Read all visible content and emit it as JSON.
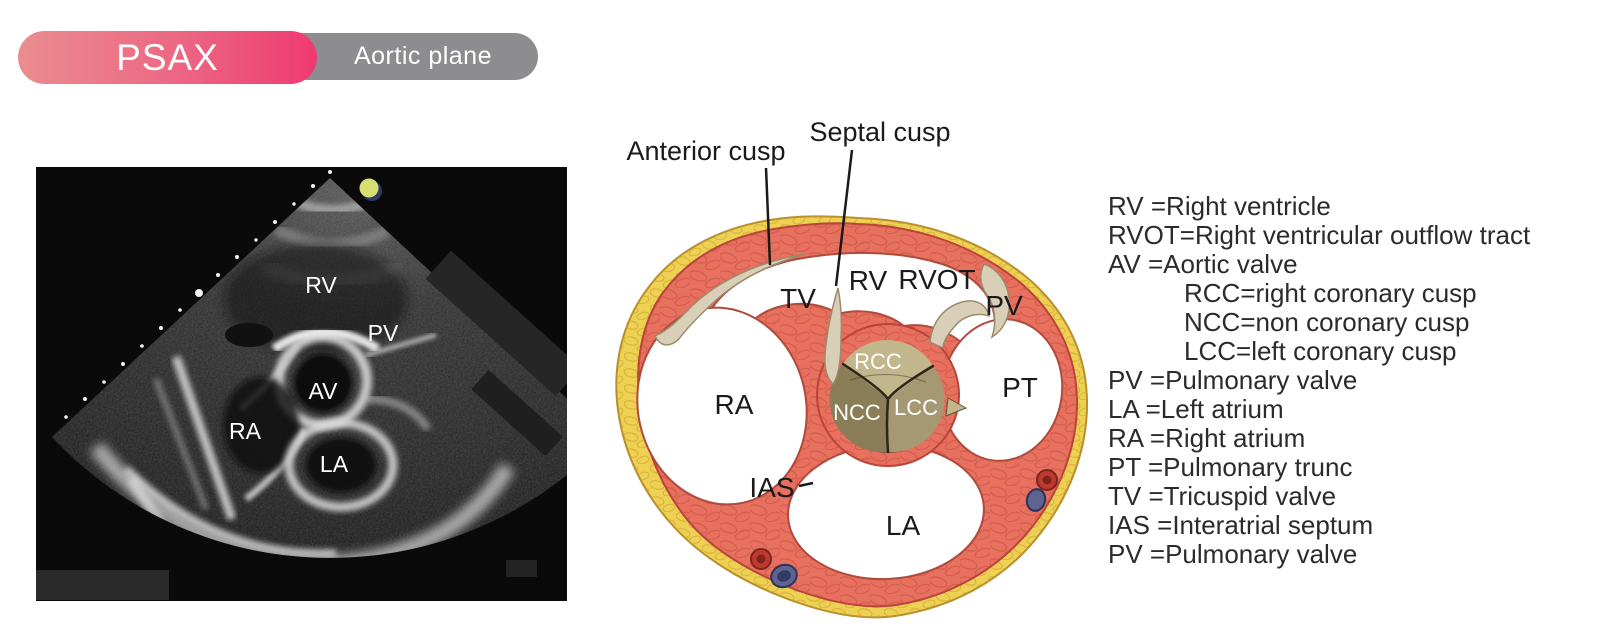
{
  "badge": {
    "title": "PSAX",
    "subtitle": "Aortic plane",
    "title_bg_left": "#ea8d8f",
    "title_bg_right": "#ee3a72",
    "subtitle_bg": "#8d8d8f"
  },
  "echo": {
    "labels": {
      "rv": "RV",
      "pv": "PV",
      "av": "AV",
      "ra": "RA",
      "la": "LA"
    },
    "marker_color": "#d7df72"
  },
  "illustration": {
    "callouts": {
      "anterior_cusp": "Anterior cusp",
      "septal_cusp": "Septal cusp"
    },
    "labels": {
      "tv": "TV",
      "rv": "RV",
      "rvot": "RVOT",
      "pv": "PV",
      "ra": "RA",
      "pt": "PT",
      "ias": "IAS",
      "la": "LA"
    },
    "valve_labels": {
      "rcc": "RCC",
      "ncc": "NCC",
      "lcc": "LCC"
    },
    "colors": {
      "wall_red": "#e8705f",
      "fat_yellow": "#eed053",
      "valve_olive": "#9c8e65",
      "leaflet_cream": "#d9cfb9"
    }
  },
  "legend": {
    "items": [
      {
        "text": "RV =Right ventricle",
        "indent": false
      },
      {
        "text": "RVOT=Right ventricular outflow tract",
        "indent": false
      },
      {
        "text": "AV =Aortic valve",
        "indent": false
      },
      {
        "text": "RCC=right coronary cusp",
        "indent": true
      },
      {
        "text": "NCC=non coronary cusp",
        "indent": true
      },
      {
        "text": "LCC=left coronary cusp",
        "indent": true
      },
      {
        "text": "PV =Pulmonary valve",
        "indent": false
      },
      {
        "text": "LA =Left atrium",
        "indent": false
      },
      {
        "text": "RA =Right atrium",
        "indent": false
      },
      {
        "text": "PT =Pulmonary trunc",
        "indent": false
      },
      {
        "text": "TV =Tricuspid valve",
        "indent": false
      },
      {
        "text": "IAS =Interatrial septum",
        "indent": false
      },
      {
        "text": "PV =Pulmonary valve",
        "indent": false
      }
    ]
  }
}
